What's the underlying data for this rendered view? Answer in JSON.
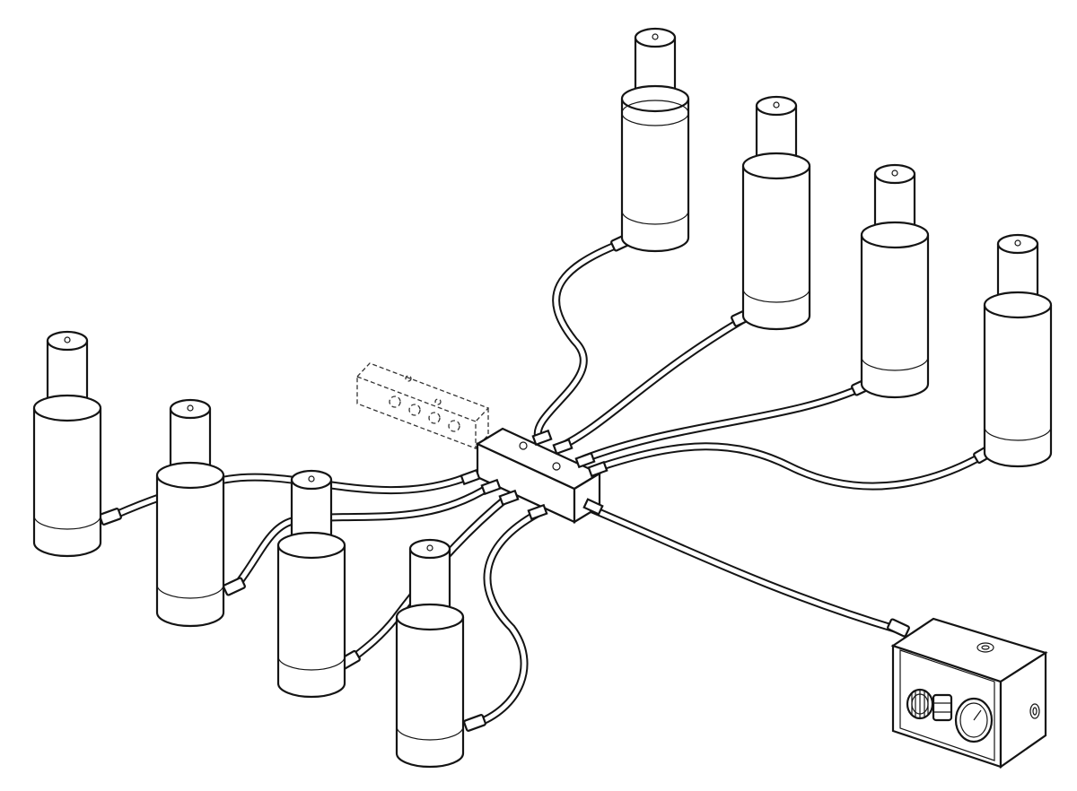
{
  "figure": {
    "cylinders": [
      {
        "id": "cylinder-1"
      },
      {
        "id": "cylinder-2"
      },
      {
        "id": "cylinder-3"
      },
      {
        "id": "cylinder-4"
      },
      {
        "id": "cylinder-5"
      },
      {
        "id": "cylinder-6"
      },
      {
        "id": "cylinder-7"
      },
      {
        "id": "cylinder-8"
      }
    ],
    "hose_count": 9,
    "control_box_icons": [
      "knob-icon",
      "gauge-icon",
      "fitting-icon"
    ],
    "line_color": "#141414",
    "background_color": "#ffffff"
  }
}
